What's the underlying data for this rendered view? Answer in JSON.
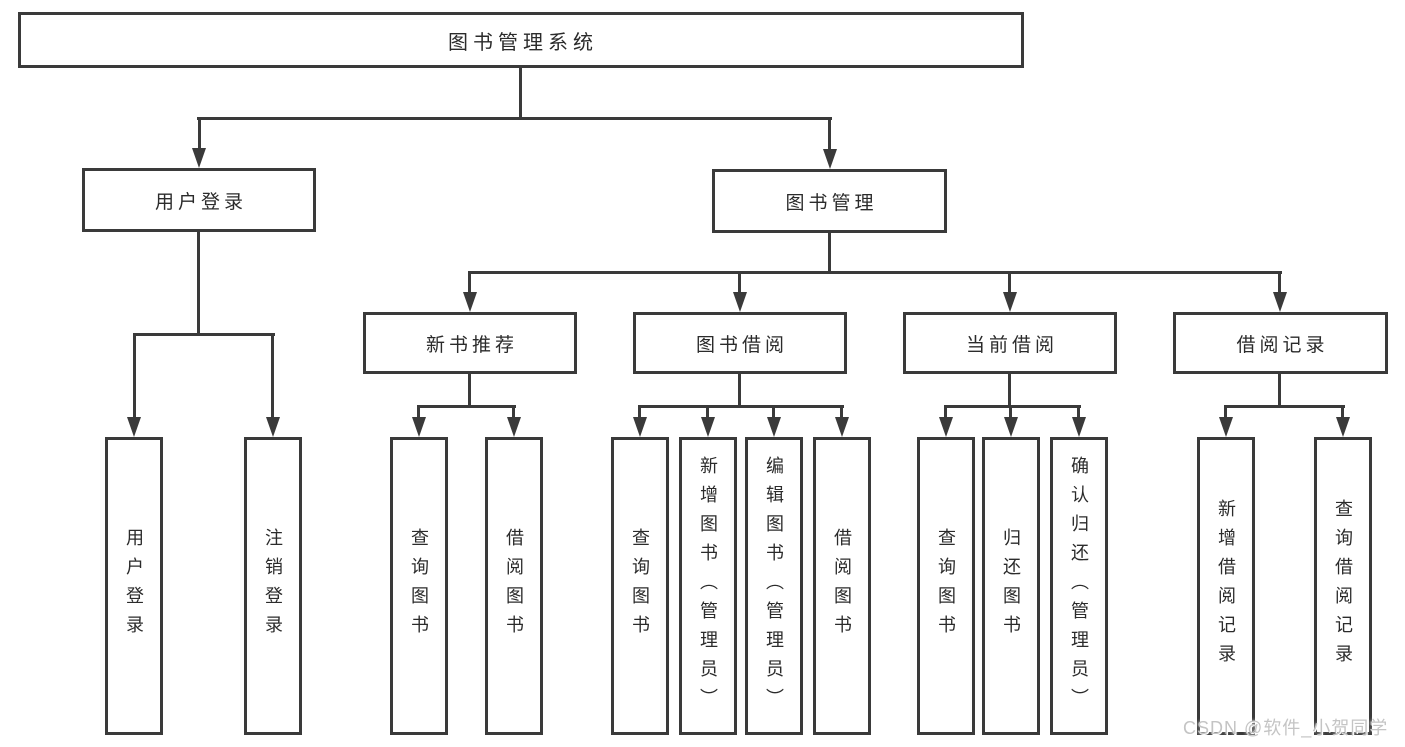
{
  "colors": {
    "line": "#3a3a3a",
    "text": "#2b2b2b",
    "watermark": "#c4c4c4",
    "background": "#ffffff"
  },
  "tree": {
    "root": {
      "label": "图书管理系统"
    },
    "level2": [
      {
        "label": "用户登录",
        "children": [
          {
            "label": "用户登录"
          },
          {
            "label": "注销登录"
          }
        ]
      },
      {
        "label": "图书管理",
        "children": [
          {
            "label": "新书推荐",
            "children": [
              {
                "label": "查询图书"
              },
              {
                "label": "借阅图书"
              }
            ]
          },
          {
            "label": "图书借阅",
            "children": [
              {
                "label": "查询图书"
              },
              {
                "label": "新增图书（管理员）"
              },
              {
                "label": "编辑图书（管理员）"
              },
              {
                "label": "借阅图书"
              }
            ]
          },
          {
            "label": "当前借阅",
            "children": [
              {
                "label": "查询图书"
              },
              {
                "label": "归还图书"
              },
              {
                "label": "确认归还（管理员）"
              }
            ]
          },
          {
            "label": "借阅记录",
            "children": [
              {
                "label": "新增借阅记录"
              },
              {
                "label": "查询借阅记录"
              }
            ]
          }
        ]
      }
    ]
  },
  "watermark": {
    "text": "CSDN @软件_小贺同学"
  }
}
